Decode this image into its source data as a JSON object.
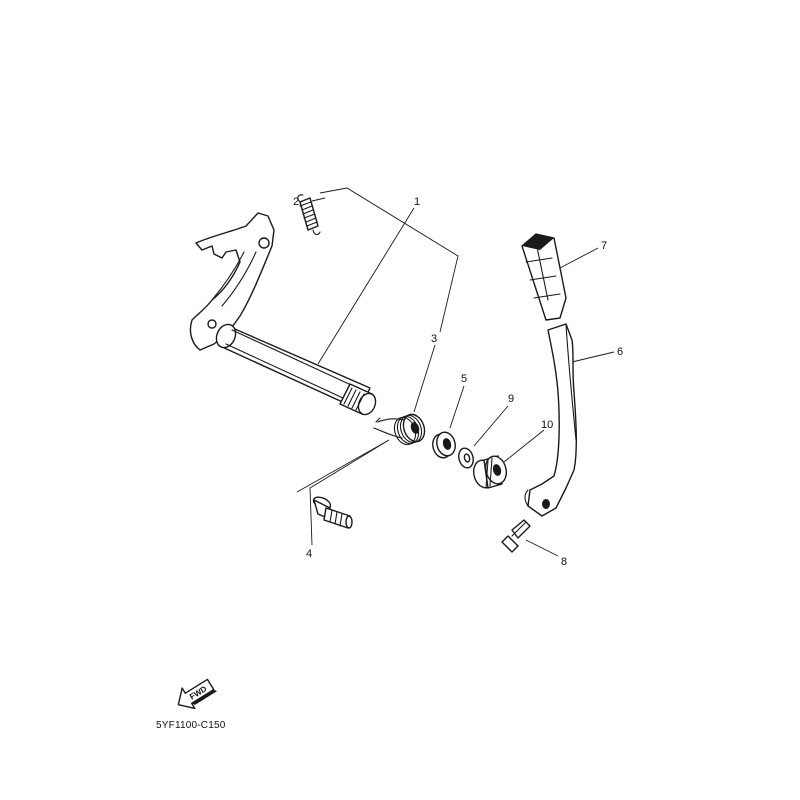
{
  "diagram": {
    "callouts": [
      "1",
      "2",
      "3",
      "4",
      "5",
      "6",
      "7",
      "8",
      "9",
      "10"
    ],
    "fwd_label": "FWD",
    "diagram_code": "5YF1100-C150",
    "colors": {
      "ink": "#1a1a1a",
      "paper": "#ffffff"
    },
    "icons": {
      "direction": "fwd-arrow-icon"
    }
  }
}
